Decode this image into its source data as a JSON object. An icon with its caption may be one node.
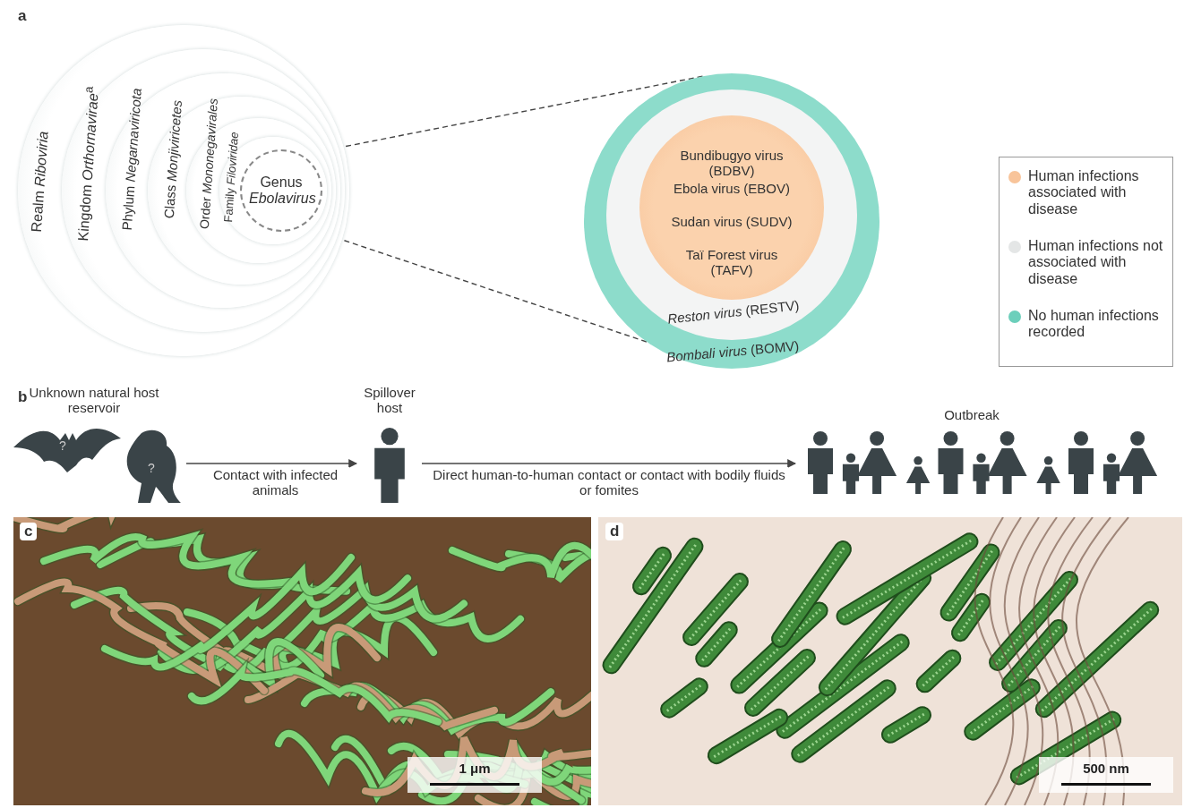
{
  "diagram": {
    "nodes": [
      {
        "text": [
          "Realm *Riboviria*"
        ]
      },
      {
        "text": [
          "Kingdom *Orthornavirae*$^{a}$"
        ],
        "in": 0
      },
      {
        "text": [
          "Phylum *Negarnaviricota*"
        ],
        "in": 1
      },
      {
        "text": [
          "Class *Monjiviricetes*"
        ],
        "in": 2
      },
      {
        "text": [
          "Order *Mononegavirales*"
        ],
        "in": 3
      },
      {
        "text": [
          "Family *Filoviridae*"
        ],
        "in": 4
      },
      {
        "text": [
          "Genus *Ebolavirus*"
        ],
        "in": 5
      },
      {
        "text": [
          "*Bombali virus* (BOMV)"
        ]
      },
      {
        "text": [
          "*Reston virus* (RESTV)"
        ],
        "in": 7
      },
      {
        "text": [
          "Bundibugyo virus (BDBV)",
          "Ebola virus (EBOV)",
          "Sudan virus (SUDV)",
          "Taï Forest virus (TAFV)"
        ],
        "in": 8
      },
      {
        "text": [
          "Unknown natural host reservoir"
        ]
      },
      {
        "text": [],
        "shape": "picture",
        "in": 10
      },
      {
        "text": [],
        "shape": "picture",
        "in": 10
      },
      {
        "text": [
          "Spillover host"
        ]
      },
      {
        "text": [
          "Outbreak"
        ]
      }
    ],
    "edges": [
      {
        "from": 6,
        "to": 7,
        "arrow": "none",
        "style": "dashed"
      },
      {
        "from": 6,
        "to": 7,
        "arrow": "none",
        "style": "dashed"
      },
      {
        "from": 10,
        "to": 13,
        "arrow": "to",
        "label": "Contact with infected animals"
      },
      {
        "from": 13,
        "to": 14,
        "arrow": "to",
        "label": "Direct human-to-human contact or contact with bodily fluids or fomites"
      }
    ],
    "labels": [
      "a",
      "b",
      "?",
      "?",
      "c",
      "d",
      "1 μm",
      "500 nm"
    ],
    "legend": [
      {
        "text": "Human infections associated with disease",
        "color": "#f8c49a"
      },
      {
        "text": "Human infections not associated with disease",
        "color": "#e4e6e6"
      },
      {
        "text": "No human infections recorded",
        "color": "#6ccfbb"
      }
    ]
  }
}
